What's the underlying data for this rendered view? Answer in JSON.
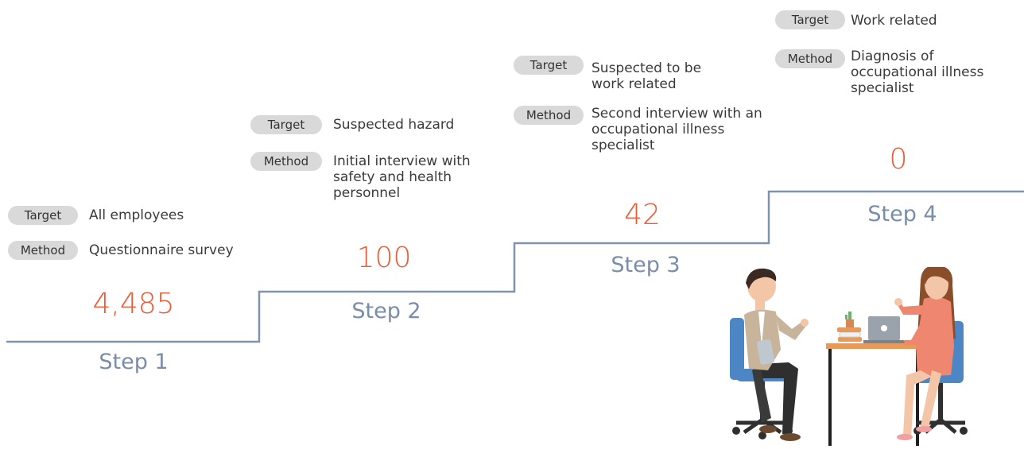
{
  "colors": {
    "accent": "#ee5a34",
    "step_label": "#7a8da8",
    "stair_line": "#7f93ad",
    "pill_bg": "#d9d9d9"
  },
  "steps": [
    {
      "step_label": "Step 1",
      "count": "4,485",
      "target_label": "Target",
      "target": "All employees",
      "method_label": "Method",
      "method": "Questionnaire survey"
    },
    {
      "step_label": "Step 2",
      "count": "100",
      "target_label": "Target",
      "target": "Suspected hazard",
      "method_label": "Method",
      "method": "Initial interview with safety and health personnel"
    },
    {
      "step_label": "Step 3",
      "count": "42",
      "target_label": "Target",
      "target": "Suspected to be work related",
      "method_label": "Method",
      "method": "Second interview with an occupational illness specialist"
    },
    {
      "step_label": "Step 4",
      "count": "0",
      "target_label": "Target",
      "target": "Work related",
      "method_label": "Method",
      "method": "Diagnosis of occupational illness specialist"
    }
  ],
  "illustration": {
    "icon": "consultation-illustration",
    "people": [
      "man-seated-icon",
      "woman-seated-icon"
    ],
    "props": [
      "desk-icon",
      "laptop-icon",
      "books-icon",
      "cactus-icon",
      "tablet-icon"
    ]
  }
}
